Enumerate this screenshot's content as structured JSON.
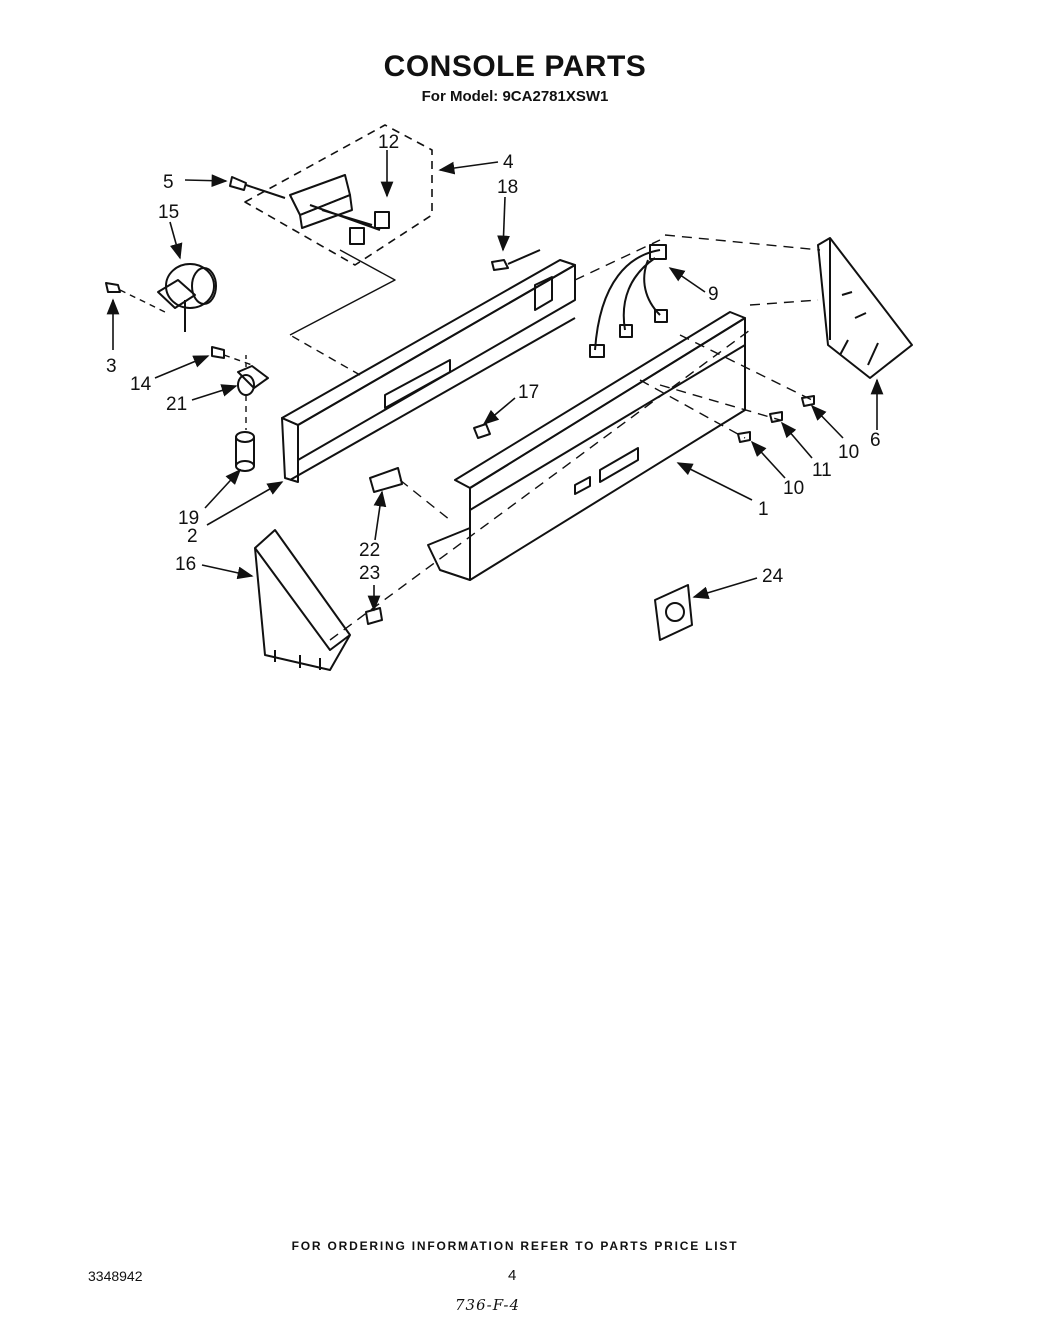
{
  "header": {
    "title": "CONSOLE PARTS",
    "subtitle": "For Model: 9CA2781XSW1"
  },
  "callouts": [
    {
      "id": "c12",
      "text": "12"
    },
    {
      "id": "c4",
      "text": "4"
    },
    {
      "id": "c5",
      "text": "5"
    },
    {
      "id": "c15",
      "text": "15"
    },
    {
      "id": "c18",
      "text": "18"
    },
    {
      "id": "c9",
      "text": "9"
    },
    {
      "id": "c3",
      "text": "3"
    },
    {
      "id": "c14",
      "text": "14"
    },
    {
      "id": "c21",
      "text": "21"
    },
    {
      "id": "c17",
      "text": "17"
    },
    {
      "id": "c10a",
      "text": "10"
    },
    {
      "id": "c6",
      "text": "6"
    },
    {
      "id": "c11",
      "text": "11"
    },
    {
      "id": "c10b",
      "text": "10"
    },
    {
      "id": "c1",
      "text": "1"
    },
    {
      "id": "c19",
      "text": "19"
    },
    {
      "id": "c2",
      "text": "2"
    },
    {
      "id": "c22",
      "text": "22"
    },
    {
      "id": "c23",
      "text": "23"
    },
    {
      "id": "c16",
      "text": "16"
    },
    {
      "id": "c24",
      "text": "24"
    }
  ],
  "footer": {
    "ordering_note": "FOR ORDERING INFORMATION REFER TO PARTS PRICE LIST",
    "document_number": "3348942",
    "page_number": "4",
    "handwritten_code": "736-F-4"
  }
}
